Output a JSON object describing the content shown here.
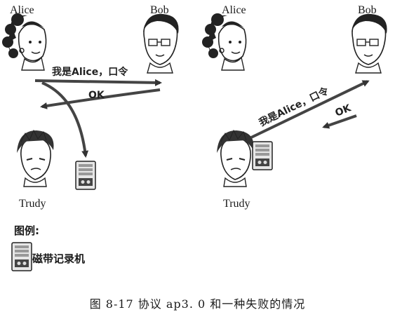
{
  "left_scene": {
    "alice_label": "Alice",
    "bob_label": "Bob",
    "trudy_label": "Trudy",
    "msg_to_bob": "我是Alice，口令",
    "msg_ok": "OK"
  },
  "right_scene": {
    "alice_label": "Alice",
    "bob_label": "Bob",
    "trudy_label": "Trudy",
    "msg_to_bob": "我是Alice，口令",
    "msg_ok": "OK"
  },
  "legend": {
    "title": "图例:",
    "item": "磁带记录机"
  },
  "caption": "图 8-17    协议 ap3. 0 和一种失败的情况"
}
